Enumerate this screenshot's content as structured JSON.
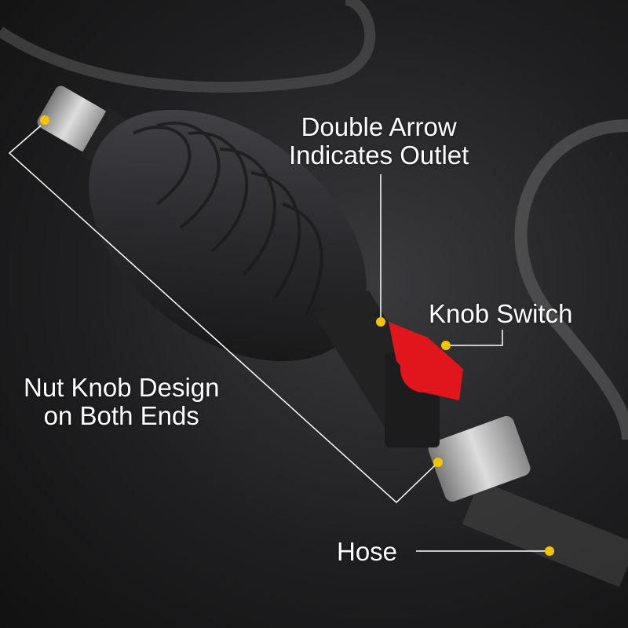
{
  "callouts": {
    "double_arrow": {
      "line1": "Double Arrow",
      "line2": "Indicates Outlet"
    },
    "knob_switch": {
      "text": "Knob Switch"
    },
    "nut_knob": {
      "line1": "Nut Knob Design",
      "line2": "on Both Ends"
    },
    "hose": {
      "text": "Hose"
    }
  },
  "colors": {
    "accent_dot": "#f5c400",
    "valve_red": "#e0161c",
    "line": "#ffffff"
  }
}
